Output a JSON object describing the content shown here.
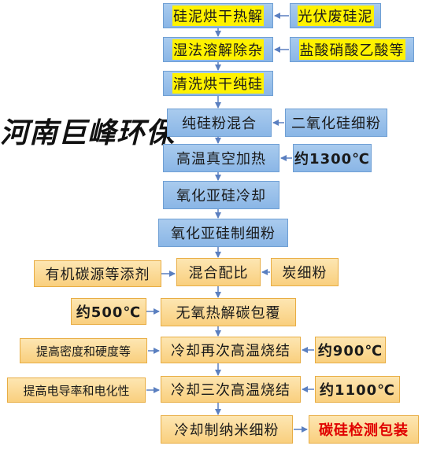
{
  "watermark": "河南巨峰环保",
  "main_steps": [
    "硅泥烘干热解",
    "湿法溶解除杂",
    "清洗烘干纯硅",
    "纯硅粉混合",
    "高温真空加热",
    "氧化亚硅冷却",
    "氧化亚硅制细粉",
    "混合配比",
    "无氧热解碳包覆",
    "冷却再次高温烧结",
    "冷却三次高温烧结",
    "冷却制纳米细粉"
  ],
  "right_inputs": [
    "光伏废硅泥",
    "盐酸硝酸乙酸等",
    "二氧化硅细粉",
    "约1300℃",
    "炭细粉",
    "约900℃",
    "约1100℃",
    "碳硅检测包装"
  ],
  "left_inputs": [
    "有机碳源等添剂",
    "约500℃",
    "提高密度和硬度等",
    "提高电导率和电化性"
  ],
  "colors": {
    "blue_fill": "#9cc2ec",
    "orange_fill": "#fbd690",
    "arrow": "#5a7fc0",
    "highlight": "#fff200",
    "final_text": "#e00000"
  }
}
